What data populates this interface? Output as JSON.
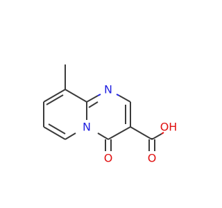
{
  "colors": {
    "carbon_bond": "#3a3a3a",
    "nitrogen": "#1f1fe0",
    "oxygen": "#e01010",
    "background": "#ffffff"
  },
  "atoms": {
    "n_ring": "N",
    "n_bridge": "N",
    "o_carbonyl_ring": "O",
    "o_carbonyl_acid": "O",
    "oh_acid": "OH"
  }
}
